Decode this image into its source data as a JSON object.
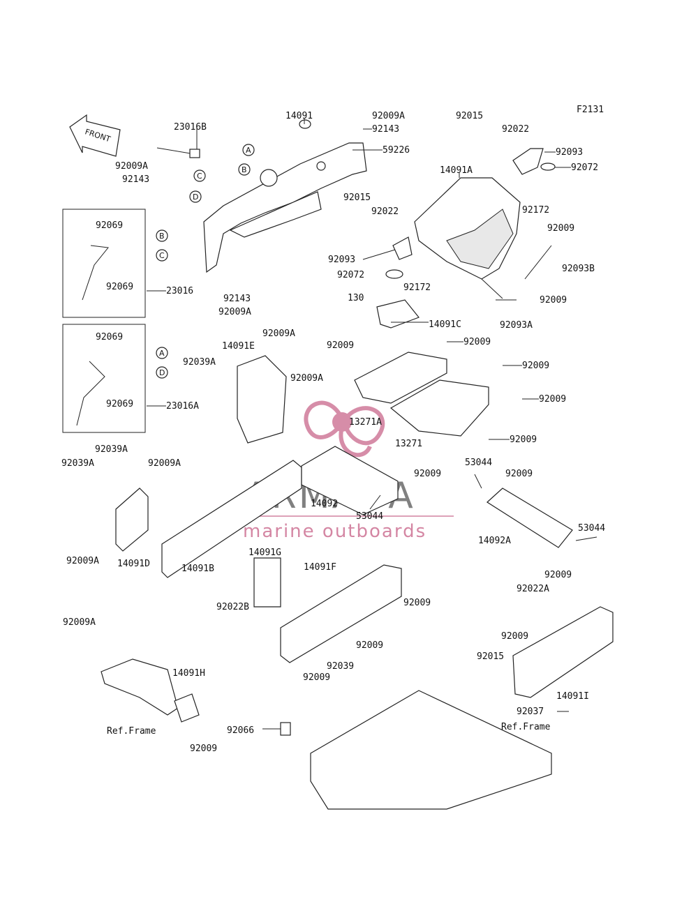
{
  "figure_code": "F2131",
  "front_label": "FRONT",
  "watermark": {
    "brand": "ARMADA",
    "tagline": "marine outboards"
  },
  "callouts": [
    "A",
    "B",
    "C",
    "D"
  ],
  "labels": [
    {
      "id": "l1",
      "text": "23016B"
    },
    {
      "id": "l2",
      "text": "14091"
    },
    {
      "id": "l3",
      "text": "92009A"
    },
    {
      "id": "l4",
      "text": "92143"
    },
    {
      "id": "l5",
      "text": "59226"
    },
    {
      "id": "l6",
      "text": "92015"
    },
    {
      "id": "l7",
      "text": "92022"
    },
    {
      "id": "l8",
      "text": "92093"
    },
    {
      "id": "l9",
      "text": "92072"
    },
    {
      "id": "l10",
      "text": "92009A"
    },
    {
      "id": "l11",
      "text": "92143"
    },
    {
      "id": "l12",
      "text": "14091A"
    },
    {
      "id": "l13",
      "text": "92172"
    },
    {
      "id": "l14",
      "text": "92015"
    },
    {
      "id": "l15",
      "text": "92022"
    },
    {
      "id": "l16",
      "text": "92009"
    },
    {
      "id": "l17",
      "text": "92093"
    },
    {
      "id": "l18",
      "text": "92093B"
    },
    {
      "id": "l19",
      "text": "92072"
    },
    {
      "id": "l20",
      "text": "92172"
    },
    {
      "id": "l21",
      "text": "92069"
    },
    {
      "id": "l22",
      "text": "92069"
    },
    {
      "id": "l23",
      "text": "23016"
    },
    {
      "id": "l24",
      "text": "92143"
    },
    {
      "id": "l25",
      "text": "92009A"
    },
    {
      "id": "l26",
      "text": "130"
    },
    {
      "id": "l27",
      "text": "92009"
    },
    {
      "id": "l28",
      "text": "92093A"
    },
    {
      "id": "l29",
      "text": "14091C"
    },
    {
      "id": "l30",
      "text": "92009"
    },
    {
      "id": "l31",
      "text": "92009"
    },
    {
      "id": "l32",
      "text": "92069"
    },
    {
      "id": "l33",
      "text": "92009A"
    },
    {
      "id": "l34",
      "text": "14091E"
    },
    {
      "id": "l35",
      "text": "92039A"
    },
    {
      "id": "l36",
      "text": "92009A"
    },
    {
      "id": "l37",
      "text": "92009"
    },
    {
      "id": "l38",
      "text": "92069"
    },
    {
      "id": "l39",
      "text": "23016A"
    },
    {
      "id": "l40",
      "text": "92009"
    },
    {
      "id": "l41",
      "text": "13271A"
    },
    {
      "id": "l42",
      "text": "13271"
    },
    {
      "id": "l43",
      "text": "92009"
    },
    {
      "id": "l44",
      "text": "92039A"
    },
    {
      "id": "l45",
      "text": "92039A"
    },
    {
      "id": "l46",
      "text": "92009A"
    },
    {
      "id": "l47",
      "text": "53044"
    },
    {
      "id": "l48",
      "text": "92009"
    },
    {
      "id": "l49",
      "text": "92009"
    },
    {
      "id": "l50",
      "text": "14092"
    },
    {
      "id": "l51",
      "text": "53044"
    },
    {
      "id": "l52",
      "text": "53044"
    },
    {
      "id": "l53",
      "text": "14092A"
    },
    {
      "id": "l54",
      "text": "92009A"
    },
    {
      "id": "l55",
      "text": "14091D"
    },
    {
      "id": "l56",
      "text": "14091B"
    },
    {
      "id": "l57",
      "text": "14091G"
    },
    {
      "id": "l58",
      "text": "14091F"
    },
    {
      "id": "l59",
      "text": "92009"
    },
    {
      "id": "l60",
      "text": "92022A"
    },
    {
      "id": "l61",
      "text": "92022B"
    },
    {
      "id": "l62",
      "text": "92009"
    },
    {
      "id": "l63",
      "text": "92009"
    },
    {
      "id": "l64",
      "text": "92009A"
    },
    {
      "id": "l65",
      "text": "92039"
    },
    {
      "id": "l66",
      "text": "92009"
    },
    {
      "id": "l67",
      "text": "92009"
    },
    {
      "id": "l68",
      "text": "14091H"
    },
    {
      "id": "l69",
      "text": "14091I"
    },
    {
      "id": "l70",
      "text": "92037"
    },
    {
      "id": "l71",
      "text": "92066"
    },
    {
      "id": "l72",
      "text": "Ref.Frame"
    },
    {
      "id": "l73",
      "text": "Ref.Frame"
    },
    {
      "id": "l74",
      "text": "92009"
    }
  ]
}
